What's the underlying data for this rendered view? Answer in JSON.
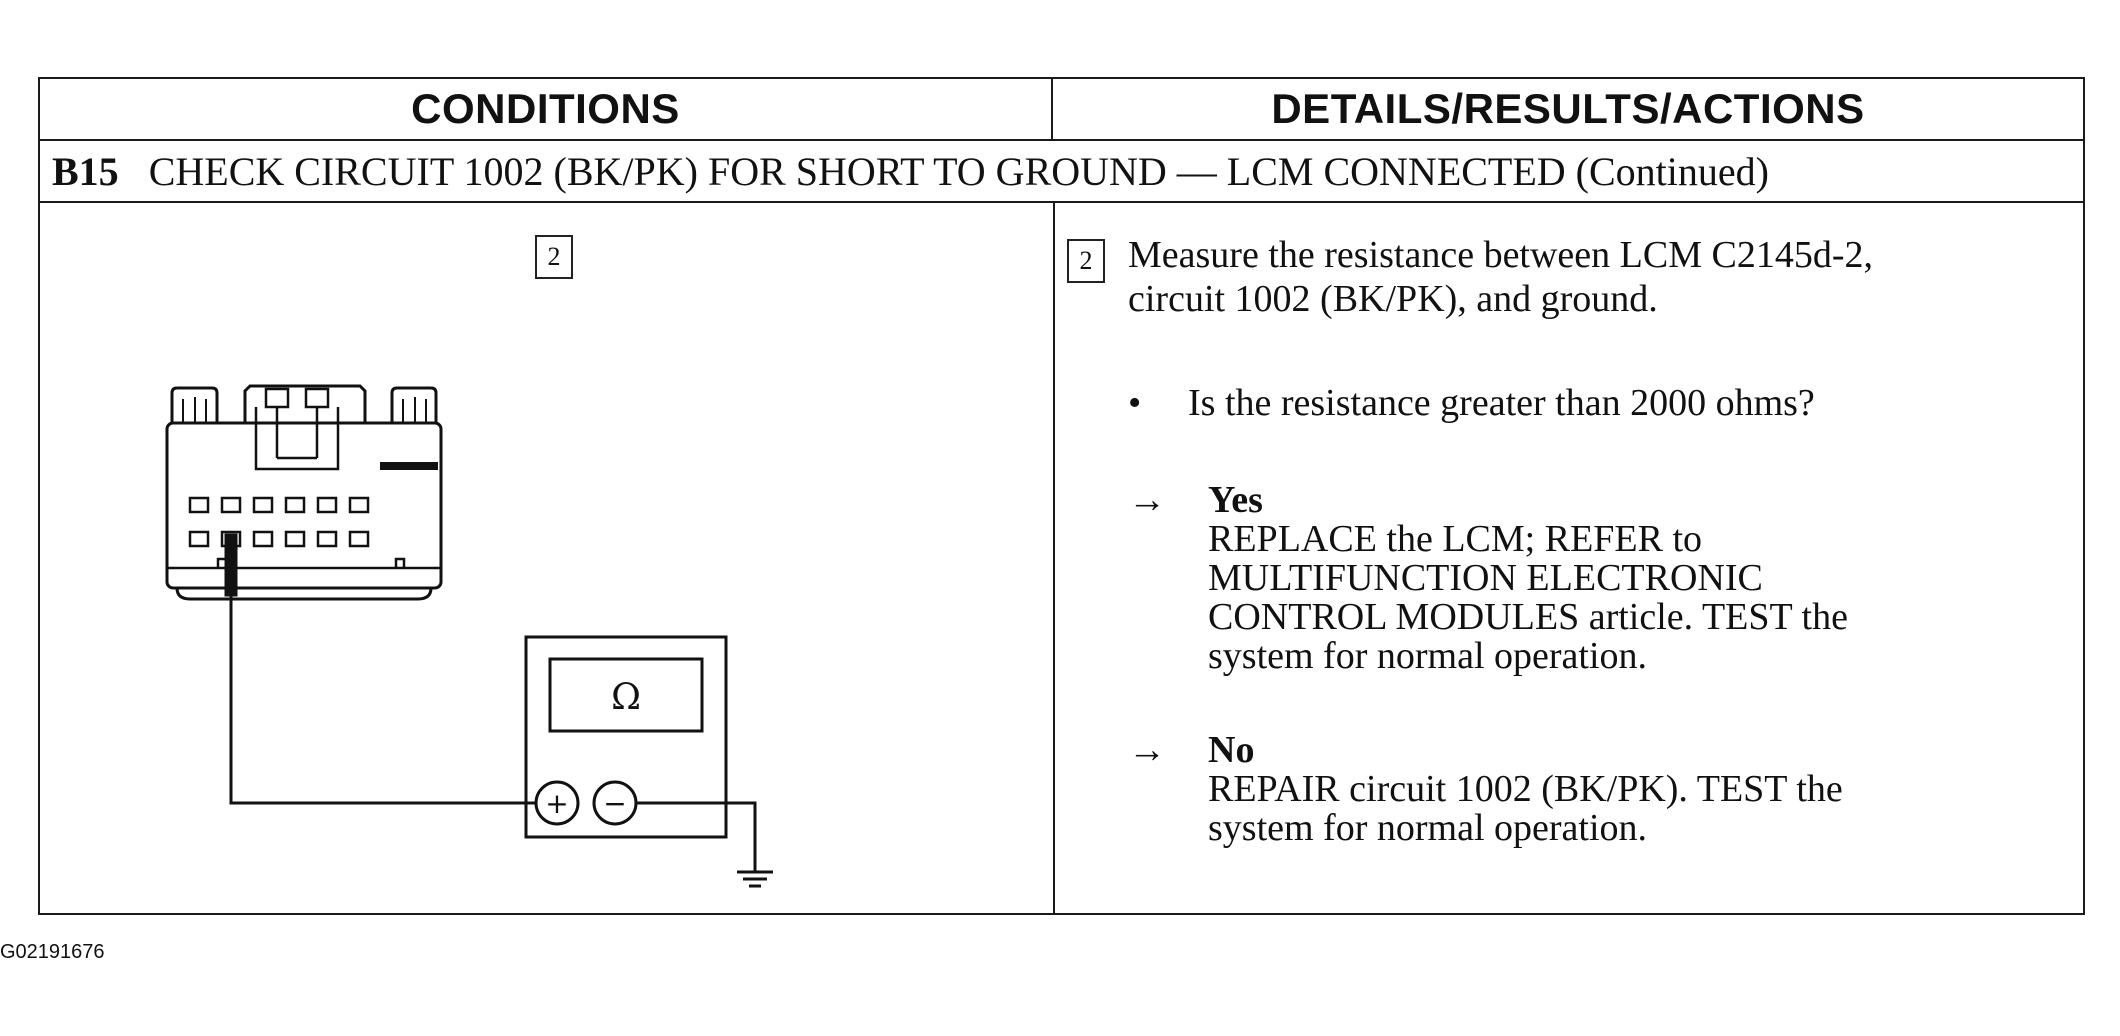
{
  "table": {
    "headers": [
      "CONDITIONS",
      "DETAILS/RESULTS/ACTIONS"
    ],
    "step": {
      "id": "B15",
      "title": "CHECK CIRCUIT 1002 (BK/PK) FOR SHORT TO GROUND — LCM CONNECTED (Continued)"
    }
  },
  "diagram": {
    "step_box": "2",
    "meter_symbol": "Ω",
    "plus_symbol": "+",
    "minus_symbol": "−"
  },
  "details": {
    "step_box": "2",
    "instruction_lines": [
      "Measure the resistance between LCM C2145d-2,",
      "circuit 1002 (BK/PK), and ground."
    ],
    "bullet": "•",
    "question": "Is the resistance greater than 2000 ohms?",
    "arrow": "→",
    "answers": [
      {
        "label": "Yes",
        "lines": [
          "REPLACE the LCM; REFER to",
          "MULTIFUNCTION ELECTRONIC",
          "CONTROL MODULES article. TEST the",
          "system for normal operation."
        ]
      },
      {
        "label": "No",
        "lines": [
          "REPAIR circuit 1002 (BK/PK). TEST the",
          "system for normal operation."
        ]
      }
    ]
  },
  "figure_id": "G02191676"
}
